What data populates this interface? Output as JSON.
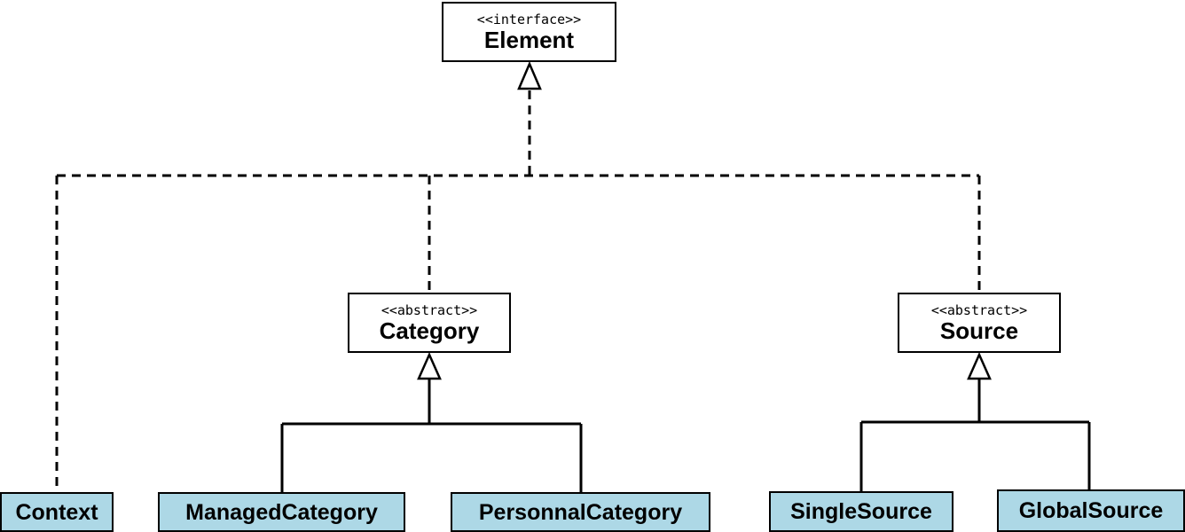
{
  "classes": {
    "element": {
      "stereotype": "<<interface>>",
      "name": "Element"
    },
    "category": {
      "stereotype": "<<abstract>>",
      "name": "Category"
    },
    "source": {
      "stereotype": "<<abstract>>",
      "name": "Source"
    },
    "context": {
      "name": "Context"
    },
    "managed_category": {
      "name": "ManagedCategory"
    },
    "personnal_category": {
      "name": "PersonnalCategory"
    },
    "single_source": {
      "name": "SingleSource"
    },
    "global_source": {
      "name": "GlobalSource"
    }
  },
  "relations": [
    {
      "from": "context",
      "to": "element",
      "kind": "realization"
    },
    {
      "from": "category",
      "to": "element",
      "kind": "realization"
    },
    {
      "from": "source",
      "to": "element",
      "kind": "realization"
    },
    {
      "from": "managed_category",
      "to": "category",
      "kind": "generalization"
    },
    {
      "from": "personnal_category",
      "to": "category",
      "kind": "generalization"
    },
    {
      "from": "single_source",
      "to": "source",
      "kind": "generalization"
    },
    {
      "from": "global_source",
      "to": "source",
      "kind": "generalization"
    }
  ],
  "colors": {
    "leaf_fill": "#add8e6",
    "box_fill": "#ffffff",
    "line": "#000000"
  }
}
